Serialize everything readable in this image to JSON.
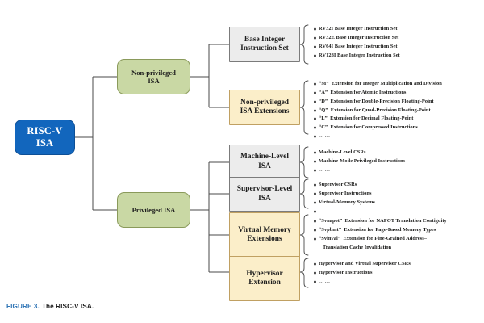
{
  "figure": {
    "number_label": "FIGURE 3.",
    "title": "The RISC-V ISA.",
    "caption_accent_color": "#2e74b5"
  },
  "colors": {
    "root_fill": "#1266bd",
    "root_border": "#0d4f96",
    "green_fill": "#c9d8a4",
    "green_border": "#8a9a5b",
    "gray_fill": "#ececec",
    "gray_border": "#7b7b7b",
    "cream_fill": "#fbeec9",
    "cream_border": "#c0a062",
    "connector": "#4a4a4a"
  },
  "root": {
    "label": "RISC-V\nISA"
  },
  "branches": [
    {
      "id": "non-privileged-isa",
      "label": "Non-privileged\nISA"
    },
    {
      "id": "privileged-isa",
      "label": "Privileged ISA"
    }
  ],
  "categories": [
    {
      "id": "base-integer-instruction-set",
      "label": "Base Integer\nInstruction Set",
      "style": "gray",
      "items": [
        "RV32I Base Integer Instruction Set",
        "RV32E Base Integer Instruction Set",
        "RV64I Base Integer Instruction Set",
        "RV128I Base Integer Instruction Set"
      ]
    },
    {
      "id": "non-privileged-isa-extensions",
      "label": "Non-privileged\nISA Extensions",
      "style": "cream",
      "items": [
        "“M”  Extension for Integer Multiplication and Division",
        "“A”  Extension for Atomic Instructions",
        "“D”  Extension for Double-Precision Floating-Point",
        "“Q”  Extension for Quad-Precision Floating-Point",
        "“L”  Extension for Decimal Floating-Point",
        "“C”  Extension for Compressed Instructions",
        "……"
      ]
    },
    {
      "id": "machine-level-isa",
      "label": "Machine-Level\nISA",
      "style": "gray",
      "items": [
        "Machine-Level CSRs",
        "Machine-Mode Privileged Instructions",
        "……"
      ]
    },
    {
      "id": "supervisor-level-isa",
      "label": "Supervisor-Level\nISA",
      "style": "gray",
      "items": [
        "Supervisor CSRs",
        "Supervisor Instructions",
        "Virtual-Memory Systems",
        "……"
      ]
    },
    {
      "id": "virtual-memory-extensions",
      "label": "Virtual Memory\nExtensions",
      "style": "cream",
      "items": [
        "“Svnapot”  Extension for NAPOT Translation Contiguity",
        "“Svpbmt”  Extension for Page-Based Memory Types",
        "“Svinval”  Extension for Fine-Grained Address–"
      ],
      "continuation": "Translation Cache Invalidation"
    },
    {
      "id": "hypervisor-extension",
      "label": "Hypervisor\nExtension",
      "style": "cream",
      "items": [
        "Hypervisor and Virtual Supervisor CSRs",
        "Hypervisor Instructions",
        "……"
      ]
    }
  ]
}
